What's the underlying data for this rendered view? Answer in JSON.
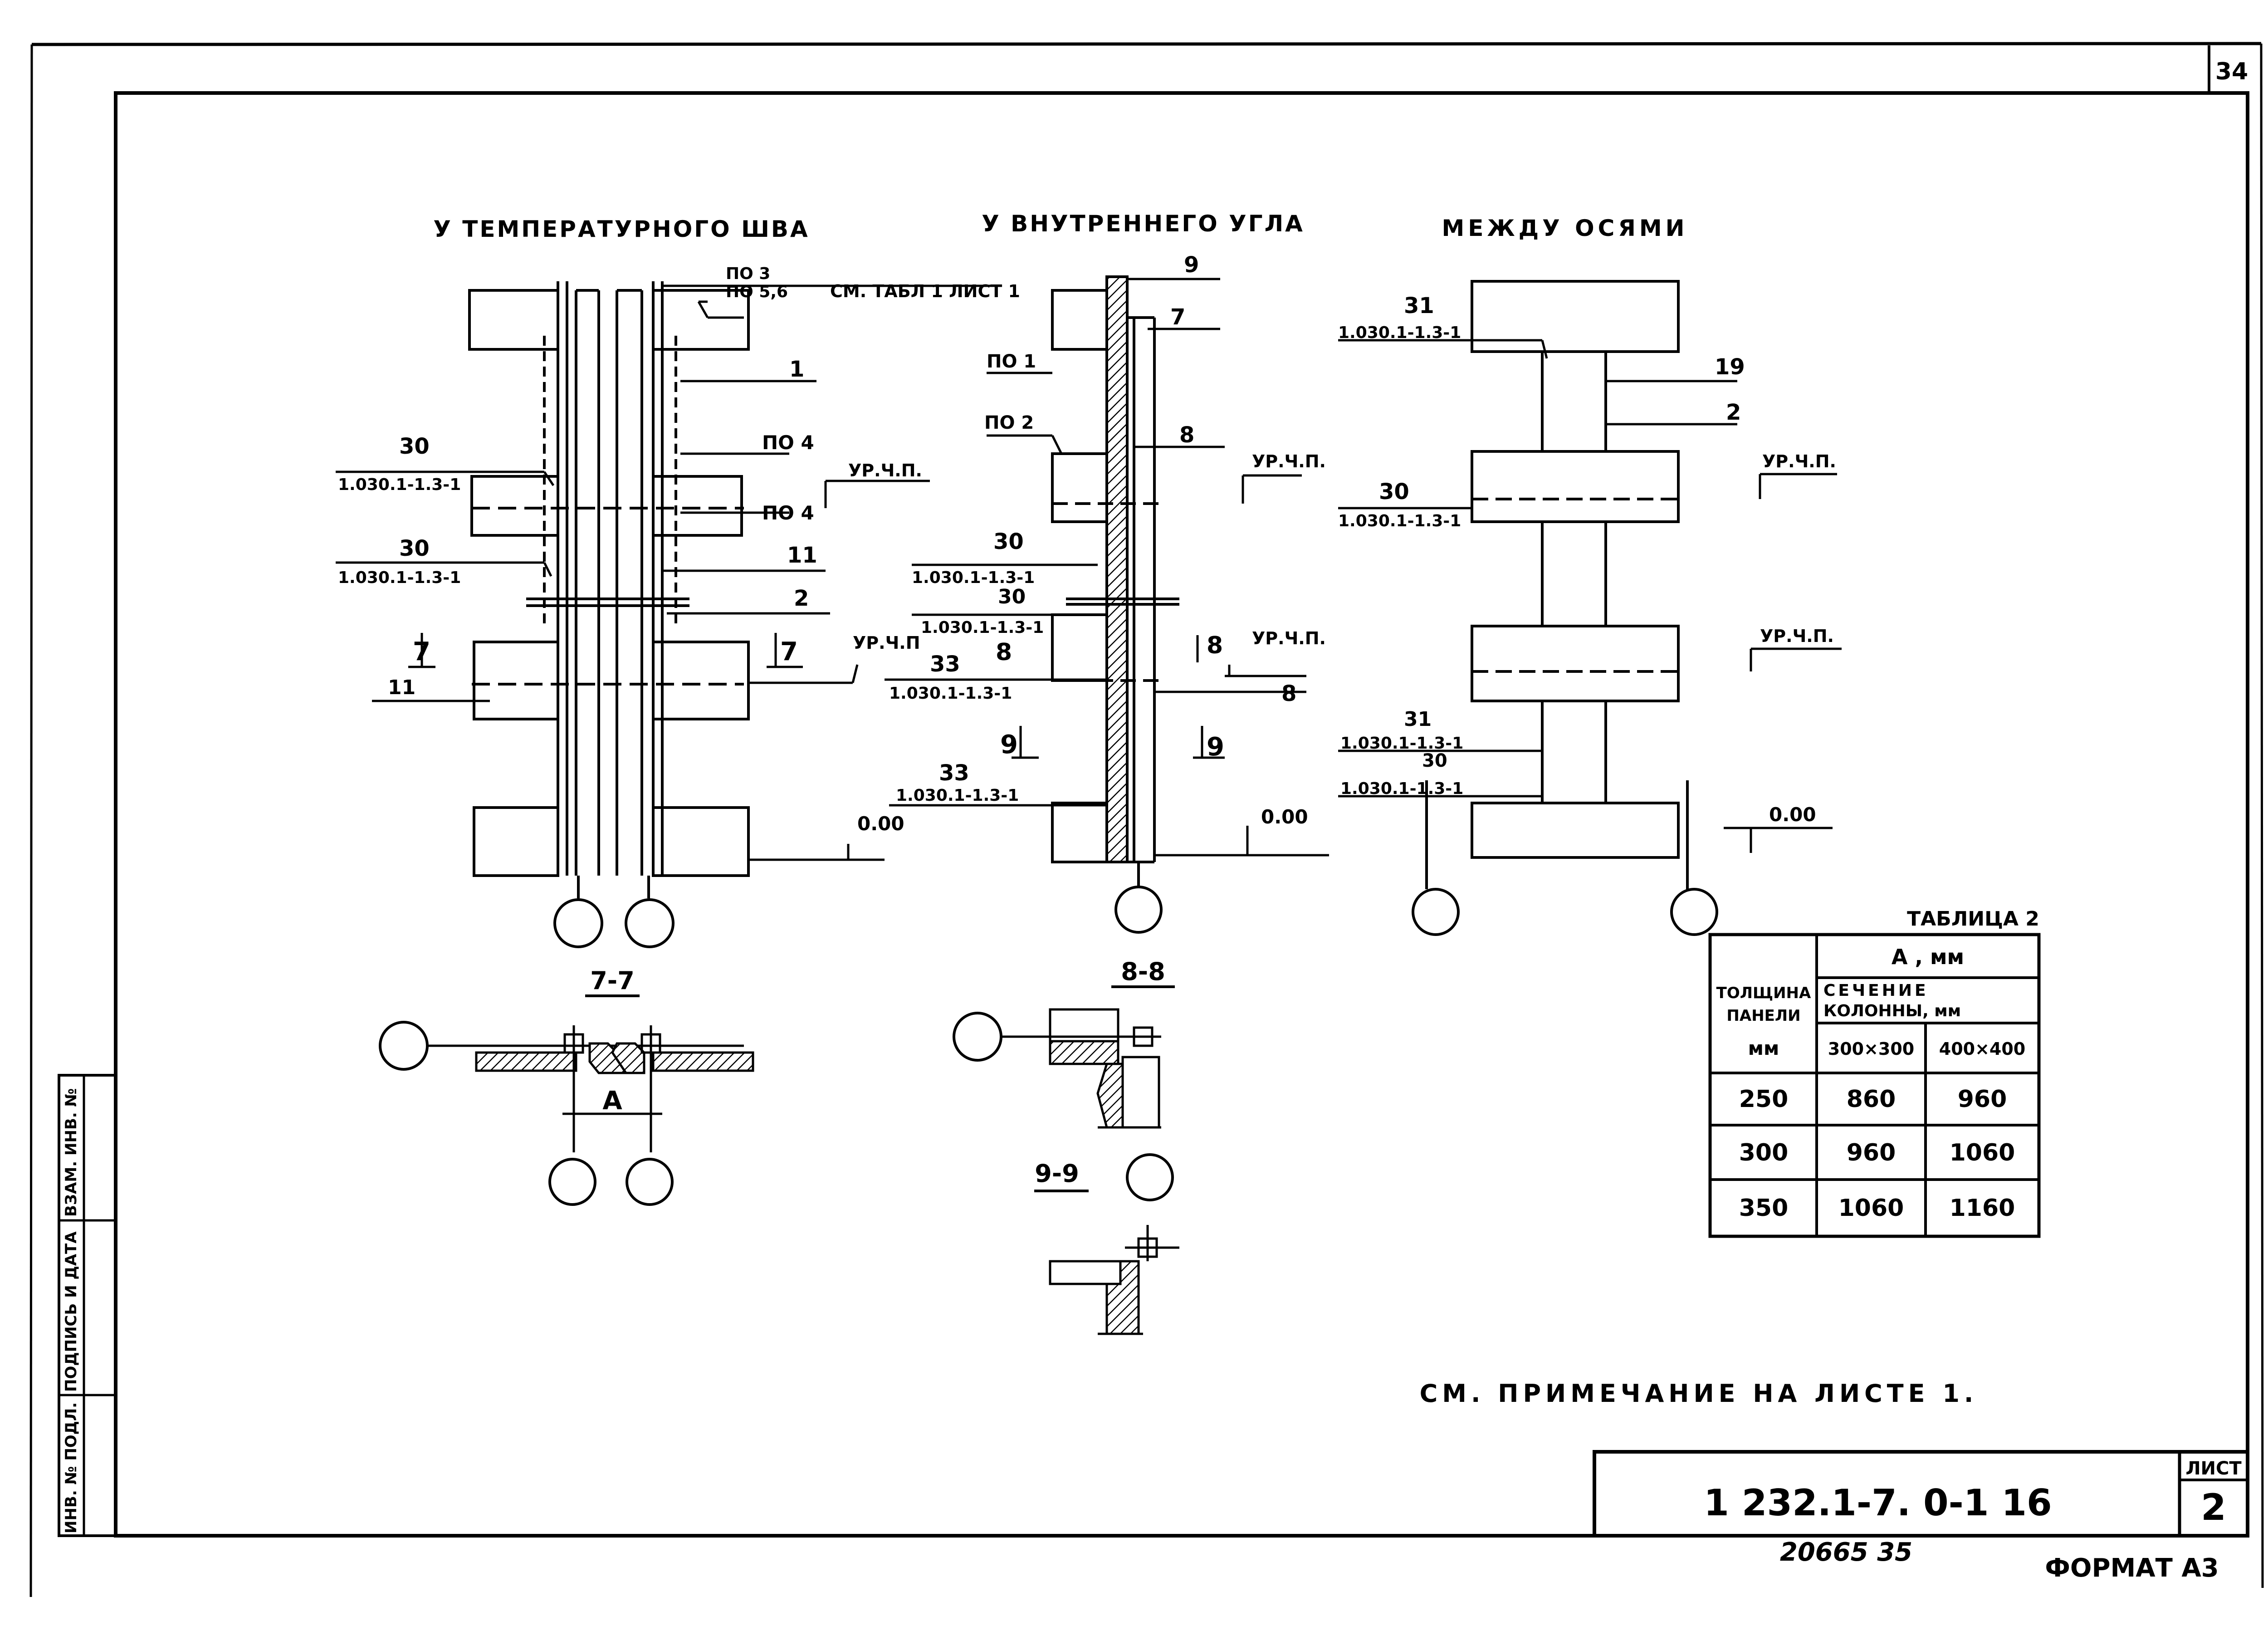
{
  "sheet": {
    "page_number": "34",
    "format": "ФОРМАТ А3",
    "inventory_number": "20665  35",
    "sheet_label": "ЛИСТ",
    "sheet_number": "2",
    "code": "1 232.1-7. 0-1  16",
    "note": "СМ. ПРИМЕЧАНИЕ  НА  ЛИСТЕ 1.",
    "side_stamp": [
      "ИНВ. № ПОДЛ.",
      "ПОДПИСЬ И ДАТА",
      "ВЗАМ. ИНВ. №"
    ]
  },
  "views": {
    "left": {
      "title": "У ТЕМПЕРАТУРНОГО ШВА",
      "labels": {
        "po35": "ПО 3",
        "po56": "ПО 5,6",
        "see_table": "СМ. ТАБЛ 1 ЛИСТ 1",
        "n1": "1",
        "po4a": "ПО 4",
        "po4b": "ПО 4",
        "n11a": "11",
        "n2": "2",
        "ur": "УР.Ч.П.",
        "urp": "УР.Ч.П",
        "n30a": "30",
        "ref30a": "1.030.1-1.3-1",
        "n30b": "30",
        "ref30b": "1.030.1-1.3-1",
        "sec7a": "7",
        "sec7b": "7",
        "n11b": "11",
        "zero": "0.00"
      }
    },
    "middle": {
      "title": "У ВНУТРЕННЕГО УГЛА",
      "labels": {
        "n9": "9",
        "n7": "7",
        "po1": "ПО 1",
        "po2": "ПО 2",
        "n8a": "8",
        "ur1": "УР.Ч.П.",
        "n30a": "30",
        "ref30a": "1.030.1-1.3-1",
        "n30b": "30",
        "ref30b": "1.030.1-1.3-1",
        "sec8a": "8",
        "sec8b": "8",
        "ur2": "УР.Ч.П.",
        "n33a": "33",
        "ref33a": "1.030.1-1.3-1",
        "n8b": "8",
        "sec9a": "9",
        "sec9b": "9",
        "n33b": "33",
        "ref33b": "1.030.1-1.3-1",
        "zero": "0.00"
      }
    },
    "right": {
      "title": "МЕЖДУ ОСЯМИ",
      "labels": {
        "n31a": "31",
        "ref31a": "1.030.1-1.3-1",
        "n19": "19",
        "n2": "2",
        "ur1": "УР.Ч.П.",
        "n30a": "30",
        "ref30a": "1.030.1-1.3-1",
        "ur2": "УР.Ч.П.",
        "n31b": "31",
        "ref31b": "1.030.1-1.3-1",
        "n30b": "30",
        "ref30b": "1.030.1-1.3-1",
        "zero": "0.00"
      }
    }
  },
  "sections": {
    "s77": {
      "title": "7-7",
      "dim": "А"
    },
    "s88": {
      "title": "8-8"
    },
    "s99": {
      "title": "9-9"
    }
  },
  "table": {
    "caption": "ТАБЛИЦА 2",
    "header_a": "А , мм",
    "header_thickness": [
      "ТОЛЩИНА",
      "ПАНЕЛИ",
      "мм"
    ],
    "header_section": [
      "СЕЧЕНИЕ",
      "КОЛОННЫ, мм"
    ],
    "col1": "300×300",
    "col2": "400×400",
    "rows": [
      {
        "thickness": "250",
        "a1": "860",
        "a2": "960"
      },
      {
        "thickness": "300",
        "a1": "960",
        "a2": "1060"
      },
      {
        "thickness": "350",
        "a1": "1060",
        "a2": "1160"
      }
    ]
  }
}
